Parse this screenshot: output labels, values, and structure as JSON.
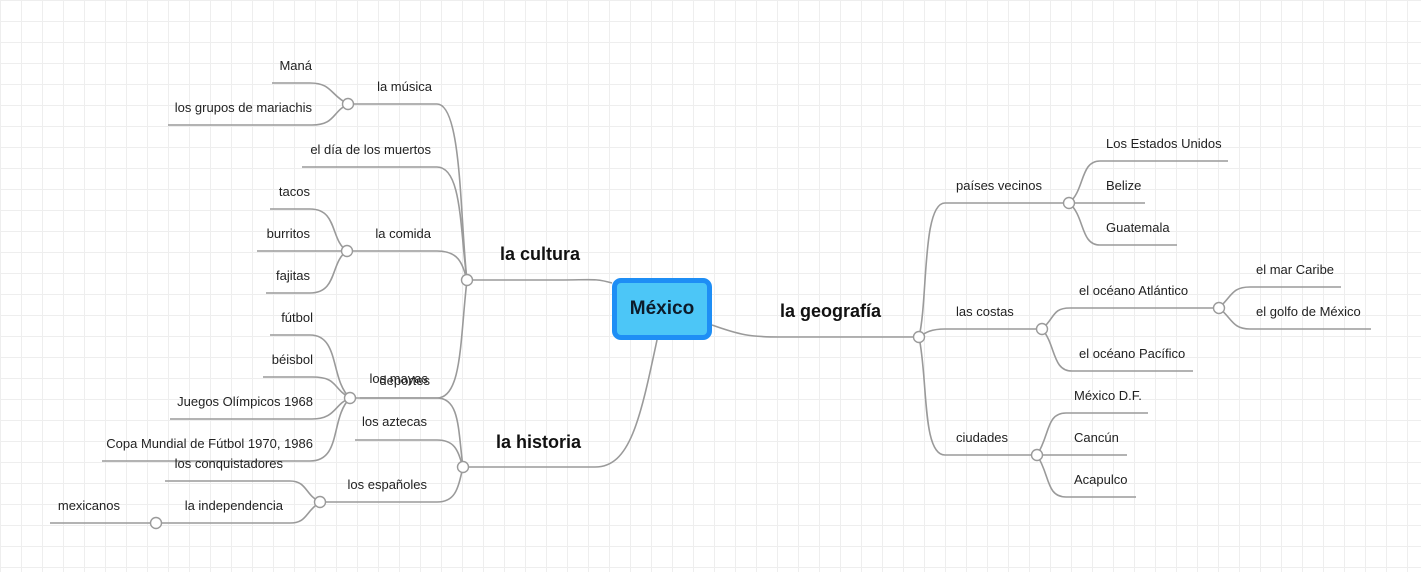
{
  "root": "México",
  "branches": {
    "cultura": "la cultura",
    "historia": "la historia",
    "geografia": "la geografía"
  },
  "cultura": {
    "musica": "la música",
    "mana": "Maná",
    "mariachis": "los grupos de mariachis",
    "muertos": "el día de los muertos",
    "comida": "la comida",
    "tacos": "tacos",
    "burritos": "burritos",
    "fajitas": "fajitas",
    "deportes": "deportes",
    "futbol": "fútbol",
    "beisbol": "béisbol",
    "juegos": "Juegos Olímpicos 1968",
    "copa": "Copa Mundial de Fútbol 1970, 1986"
  },
  "historia": {
    "mayas": "los mayas",
    "aztecas": "los aztecas",
    "espanoles": "los españoles",
    "conquistadores": "los conquistadores",
    "independencia": "la independencia",
    "mexicanos": "mexicanos"
  },
  "geografia": {
    "vecinos": "países vecinos",
    "eeuu": "Los Estados Unidos",
    "belize": "Belize",
    "guatemala": "Guatemala",
    "costas": "las costas",
    "atlantico": "el océano Atlántico",
    "caribe": "el mar Caribe",
    "golfo": "el golfo de México",
    "pacifico": "el océano Pacífico",
    "ciudades": "ciudades",
    "df": "México D.F.",
    "cancun": "Cancún",
    "acapulco": "Acapulco"
  }
}
